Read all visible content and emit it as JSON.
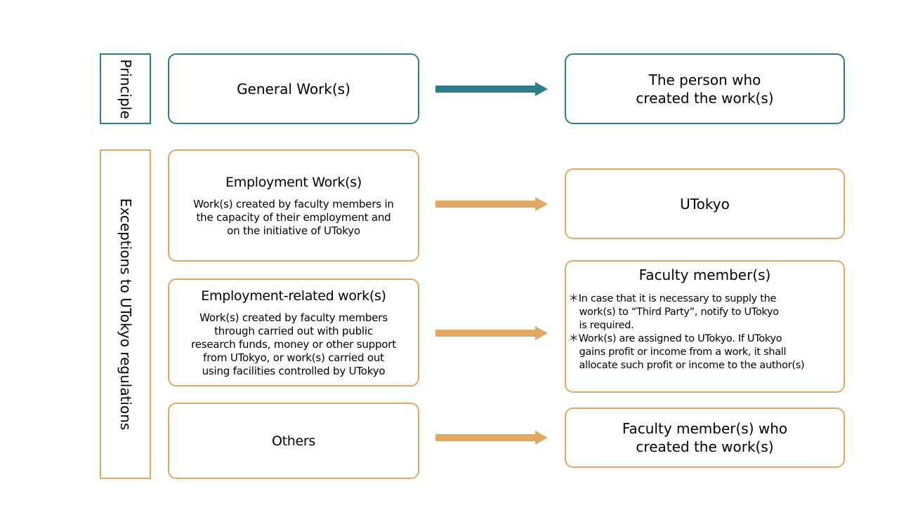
{
  "principle": {
    "label": "Principle",
    "work": "General Work(s)",
    "owner_line1": "The person who",
    "owner_line2": "created the work(s)"
  },
  "exceptions": {
    "label": "Exceptions to UTokyo regulations",
    "employment": {
      "title": "Employment Work(s)",
      "desc_line1": "Work(s) created by faculty members in",
      "desc_line2": "the capacity of their employment and",
      "desc_line3": "on the initiative of UTokyo",
      "owner": "UTokyo"
    },
    "employment_related": {
      "title": "Employment-related work(s)",
      "desc_line1": "Work(s) created by faculty members",
      "desc_line2": "through carried out with public",
      "desc_line3": "research funds, money or other support",
      "desc_line4": "from UTokyo, or work(s) carried out",
      "desc_line5": "using facilities controlled by UTokyo",
      "owner": "Faculty member(s)",
      "note1_line1": "＊In case that it is necessary to supply the",
      "note1_line2": "work(s) to “Third Party”, notify to UTokyo",
      "note1_line3": "is required.",
      "note2_line1": "＊Work(s) are assigned to UTokyo. If UTokyo",
      "note2_line2": "gains profit or income from a work, it shall",
      "note2_line3": "allocate such profit or income to the author(s)"
    },
    "others": {
      "title": "Others",
      "owner_line1": "Faculty member(s) who",
      "owner_line2": "created the work(s)"
    }
  },
  "colors": {
    "teal": "#2e7d88",
    "orange": "#e0a862"
  }
}
